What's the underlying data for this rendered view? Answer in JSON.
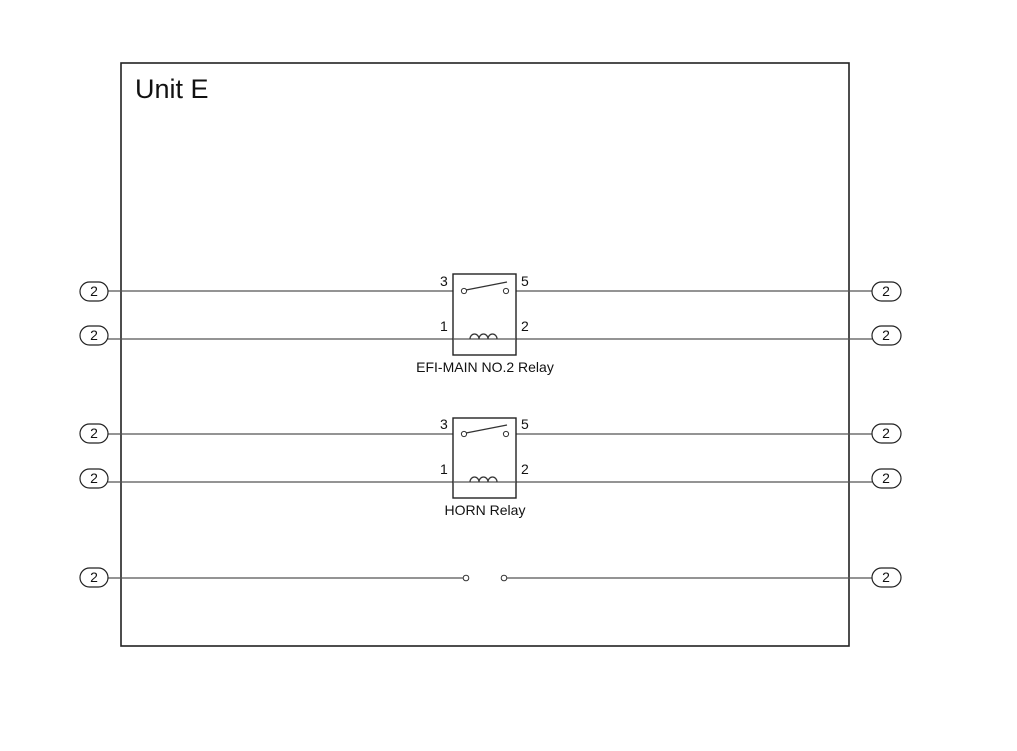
{
  "unit": {
    "title": "Unit E"
  },
  "relays": [
    {
      "name": "EFI-MAIN NO.2 Relay",
      "pins": {
        "top_left": "3",
        "top_right": "5",
        "bottom_left": "1",
        "bottom_right": "2"
      }
    },
    {
      "name": "HORN Relay",
      "pins": {
        "top_left": "3",
        "top_right": "5",
        "bottom_left": "1",
        "bottom_right": "2"
      }
    }
  ],
  "connectors": {
    "left": [
      "2",
      "2",
      "2",
      "2",
      "2"
    ],
    "right": [
      "2",
      "2",
      "2",
      "2",
      "2"
    ]
  },
  "colors": {
    "line": "#555555",
    "frame": "#222222"
  }
}
